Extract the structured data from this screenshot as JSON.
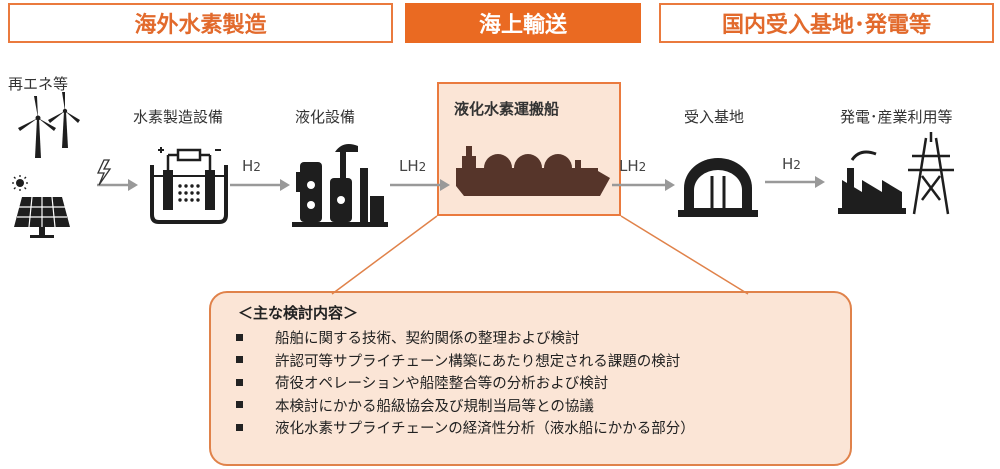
{
  "phases": {
    "overseas": "海外水素製造",
    "maritime": "海上輸送",
    "domestic": "国内受入基地･発電等"
  },
  "stages": {
    "renewable": "再エネ等",
    "production": "水素製造設備",
    "liquefaction": "液化設備",
    "carrier": "液化水素運搬船",
    "terminal": "受入基地",
    "power": "発電･産業利用等"
  },
  "flows": {
    "h2_main_a": "H",
    "h2_sub_a": "2",
    "lh2_main_a": "LH",
    "lh2_sub_a": "2",
    "lh2_main_b": "LH",
    "lh2_sub_b": "2",
    "h2_main_b": "H",
    "h2_sub_b": "2"
  },
  "details": {
    "title": "＜主な検討内容＞",
    "items": [
      "船舶に関する技術、契約関係の整理および検討",
      "許認可等サプライチェーン構築にあたり想定される課題の検討",
      "荷役オペレーションや船陸整合等の分析および検討",
      "本検討にかかる船級協会及び規制当局等との協議",
      "液化水素サプライチェーンの経済性分析（液水船にかかる部分）"
    ]
  },
  "colors": {
    "accent": "#ea6a22",
    "highlight_fill": "#fbe5d6",
    "icon": "#1e1e1e",
    "arrow": "#999999"
  }
}
